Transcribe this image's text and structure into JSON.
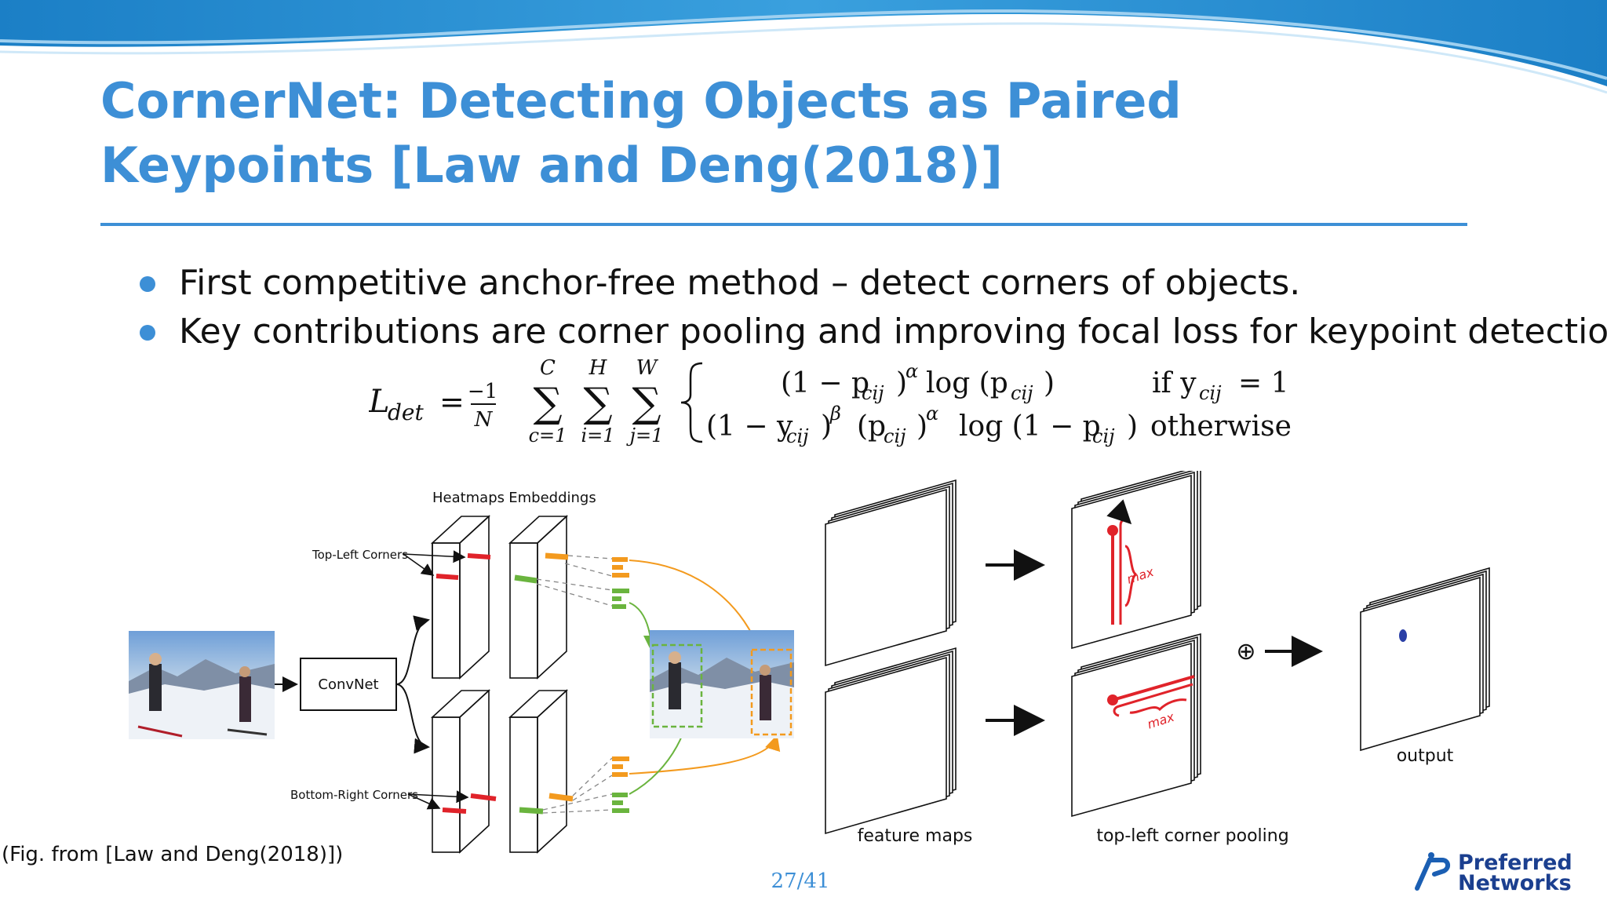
{
  "slide": {
    "title": "CornerNet: Detecting Objects as Paired Keypoints [Law and Deng(2018)]",
    "bullets": [
      "First competitive anchor-free method – detect corners of objects.",
      "Key contributions are corner pooling and improving focal loss for keypoint detection:"
    ],
    "formula": {
      "lhs": "L",
      "lhs_sub": "det",
      "equals": "=",
      "frac_num": "−1",
      "frac_den": "N",
      "sum1_top": "C",
      "sum1_bottom": "c=1",
      "sum2_top": "H",
      "sum2_bottom": "i=1",
      "sum3_top": "W",
      "sum3_bottom": "j=1",
      "sigma": "∑",
      "case1_expr": "(1 − p",
      "case1_sub": "cij",
      "case1_pow": "α",
      "case1_log": "log (p",
      "case1_cond": "if y",
      "case1_cond_rhs": "= 1",
      "case2_expr": "(1 − y",
      "case2_sub": "cij",
      "case2_pow": "β",
      "case2_mid": "(p",
      "case2_pow2": "α",
      "case2_log": "log (1 − p",
      "case2_cond": "otherwise"
    },
    "figure_left": {
      "heatmaps_label": "Heatmaps",
      "embeddings_label": "Embeddings",
      "top_left_label": "Top-Left Corners",
      "bottom_right_label": "Bottom-Right Corners",
      "convnet_label": "ConvNet"
    },
    "figure_right": {
      "feature_maps_label": "feature maps",
      "pooling_label": "top-left corner pooling",
      "output_label": "output",
      "max_label": "max",
      "oplus": "⊕"
    },
    "caption": "(Fig. from [Law and Deng(2018)])",
    "page": "27/41",
    "logo": {
      "line1": "Preferred",
      "line2": "Networks"
    },
    "colors": {
      "accent": "#3d8fd6",
      "heatmap_red": "#e0232a",
      "embed_orange": "#f39a1e",
      "embed_green": "#6ab43e"
    }
  }
}
